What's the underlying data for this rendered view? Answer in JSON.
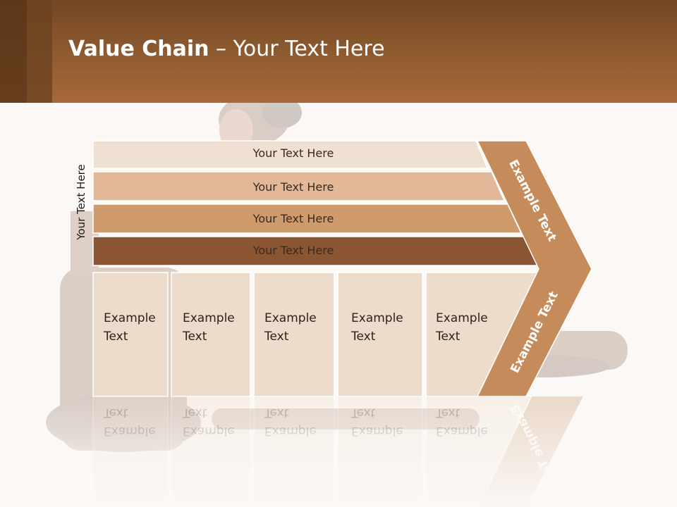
{
  "header": {
    "title_bold": "Value Chain",
    "title_rest": " – Your Text Here"
  },
  "diagram": {
    "side_label": "Your Text Here",
    "bars": [
      {
        "label": "Your Text Here",
        "color": "#f0e0d2"
      },
      {
        "label": "Your Text Here",
        "color": "#e2b898"
      },
      {
        "label": "Your Text Here",
        "color": "#cf9a6c"
      },
      {
        "label": "Your Text Here",
        "color": "#8c5531"
      }
    ],
    "boxes": [
      {
        "line1": "Example",
        "line2": "Text"
      },
      {
        "line1": "Example",
        "line2": "Text"
      },
      {
        "line1": "Example",
        "line2": "Text"
      },
      {
        "line1": "Example",
        "line2": "Text"
      },
      {
        "line1": "Example",
        "line2": "Text"
      }
    ],
    "box_color": "#eddccb",
    "chevron": {
      "top_label": "Example Text",
      "bottom_label": "Example Text",
      "color": "#c58b5a"
    }
  }
}
